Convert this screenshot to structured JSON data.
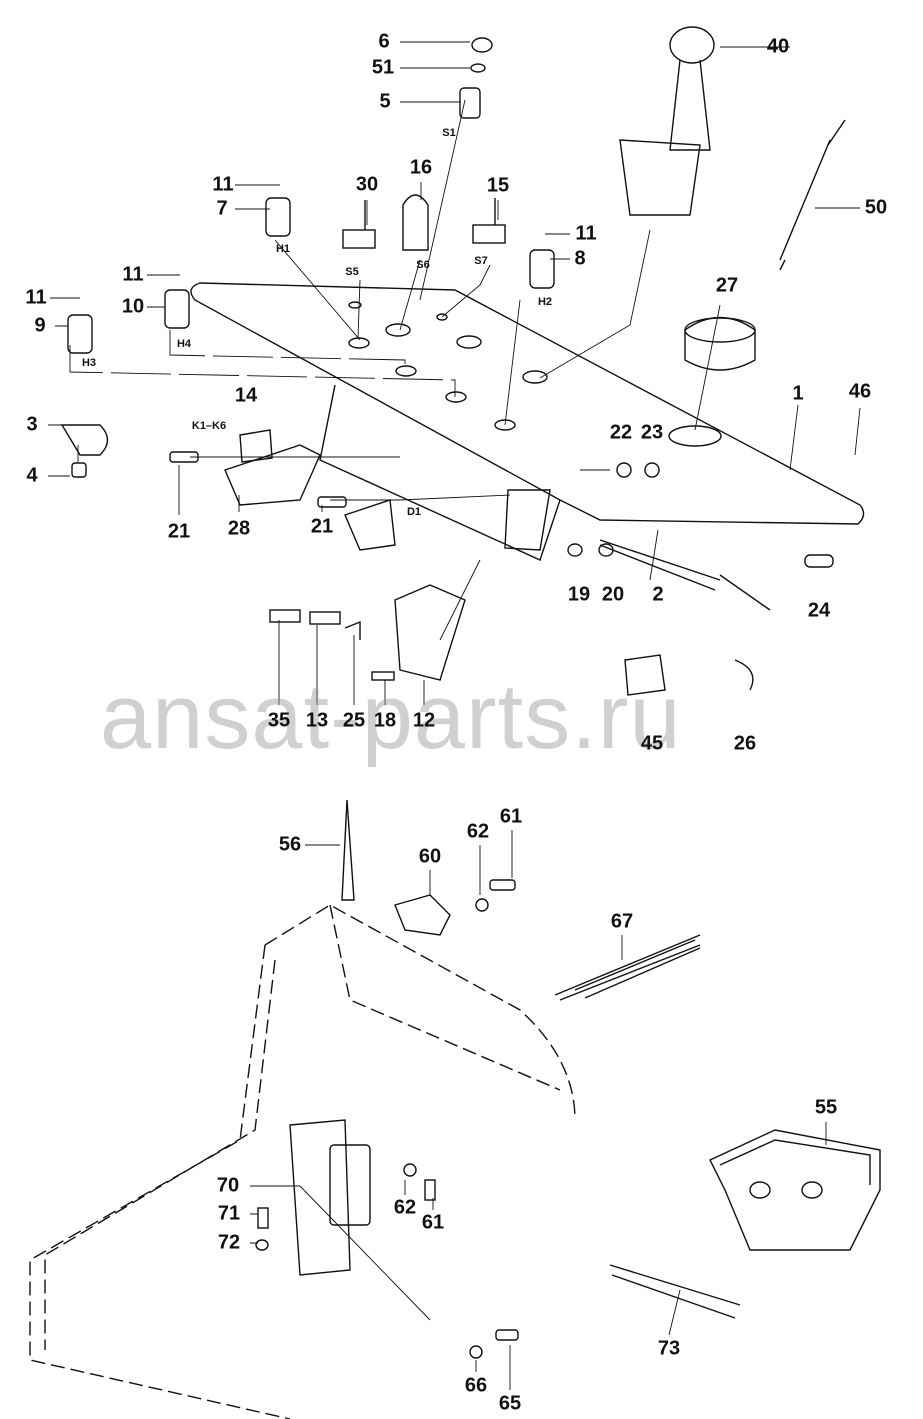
{
  "watermark": "ansat-parts.ru",
  "callouts": [
    "6",
    "51",
    "5",
    "S1",
    "40",
    "50",
    "11",
    "7",
    "30",
    "16",
    "15",
    "S5",
    "S6",
    "S7",
    "H1",
    "11",
    "8",
    "H2",
    "11",
    "10",
    "11",
    "9",
    "H4",
    "H3",
    "27",
    "1",
    "46",
    "14",
    "K1–K6",
    "3",
    "4",
    "22",
    "23",
    "21",
    "28",
    "21",
    "D1",
    "19",
    "20",
    "2",
    "24",
    "35",
    "13",
    "25",
    "18",
    "12",
    "45",
    "26",
    "56",
    "60",
    "62",
    "61",
    "67",
    "55",
    "70",
    "71",
    "72",
    "62",
    "61",
    "66",
    "65",
    "73"
  ]
}
